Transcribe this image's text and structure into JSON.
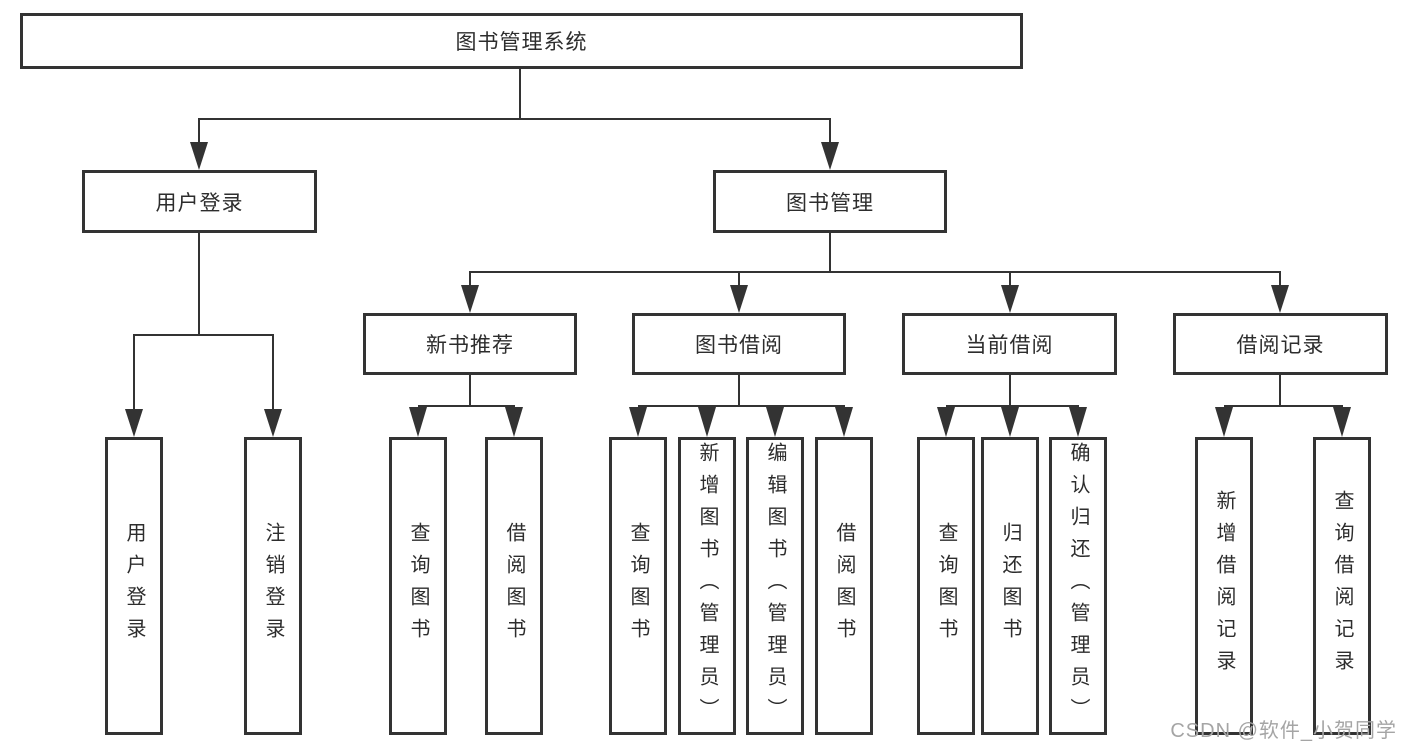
{
  "diagram": {
    "root": "图书管理系统",
    "level2": {
      "user_login": "用户登录",
      "book_mgmt": "图书管理"
    },
    "level3": {
      "new_books": "新书推荐",
      "book_borrow": "图书借阅",
      "current_borrow": "当前借阅",
      "borrow_records": "借阅记录"
    },
    "leaves": {
      "user_login": "用户登录",
      "logout": "注销登录",
      "nb_query_books": "查询图书",
      "nb_borrow_books": "借阅图书",
      "bb_query_books": "查询图书",
      "bb_add_books_admin": "新增图书（管理员）",
      "bb_edit_books_admin": "编辑图书（管理员）",
      "bb_borrow_books": "借阅图书",
      "cb_query_books": "查询图书",
      "cb_return_books": "归还图书",
      "cb_confirm_return_admin": "确认归还（管理员）",
      "br_add_record": "新增借阅记录",
      "br_query_record": "查询借阅记录"
    },
    "colors": {
      "line": "#333333",
      "text": "#2d2d2d",
      "watermark_gray": "#a5a5a5"
    }
  },
  "watermark": "CSDN @软件_小贺同学"
}
